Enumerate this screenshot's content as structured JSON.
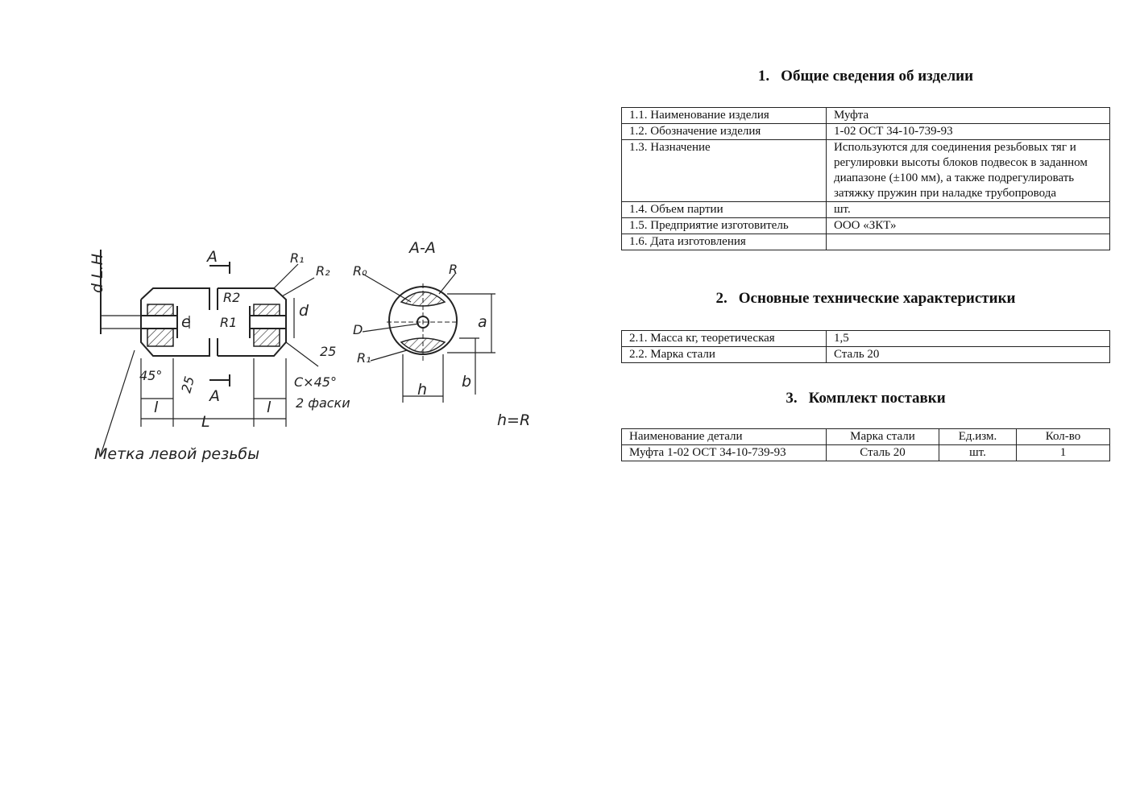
{
  "drawing": {
    "labels": {
      "d_l2": "d L.H",
      "section_a_top": "A",
      "section_a_bottom": "A",
      "r1_top": "R₁",
      "r2": "R₂",
      "r2_inner": "R2",
      "r1_inner": "R1",
      "d": "d",
      "e": "e",
      "angle_45": "45°",
      "dim_25_left": "25",
      "dim_25_right": "25",
      "l_left": "l",
      "l_right": "l",
      "L": "L",
      "chamfer": "C×45°",
      "chamfer_count": "2 фаски",
      "left_thread_mark": "Метка левой резьбы",
      "section_title": "A-A",
      "r0": "R₀",
      "r": "R",
      "D": "D",
      "r1_section": "R₁",
      "a": "a",
      "b": "b",
      "h": "h",
      "h_eq_r": "h=R"
    }
  },
  "section1": {
    "number": "1.",
    "title": "Общие сведения об изделии",
    "rows": [
      {
        "label": "1.1. Наименование изделия",
        "value": "Муфта"
      },
      {
        "label": "1.2. Обозначение изделия",
        "value": "1-02 ОСТ 34-10-739-93"
      },
      {
        "label": "1.3. Назначение",
        "value": "Используются для соединения резьбовых тяг и регулировки высоты блоков подвесок в заданном диапазоне (±100 мм), а также подрегулировать затяжку пружин при наладке трубопровода"
      },
      {
        "label": "1.4. Объем партии",
        "value": "шт."
      },
      {
        "label": "1.5. Предприятие изготовитель",
        "value": "ООО «ЗКТ»"
      },
      {
        "label": "1.6. Дата изготовления",
        "value": ""
      }
    ]
  },
  "section2": {
    "number": "2.",
    "title": "Основные технические характеристики",
    "rows": [
      {
        "label": "2.1. Масса кг, теоретическая",
        "value": "1,5"
      },
      {
        "label": "2.2. Марка стали",
        "value": "Сталь 20"
      }
    ]
  },
  "section3": {
    "number": "3.",
    "title": "Комплект поставки",
    "headers": [
      "Наименование детали",
      "Марка стали",
      "Ед.изм.",
      "Кол-во"
    ],
    "rows": [
      [
        "Муфта 1-02 ОСТ 34-10-739-93",
        "Сталь 20",
        "шт.",
        "1"
      ]
    ]
  }
}
